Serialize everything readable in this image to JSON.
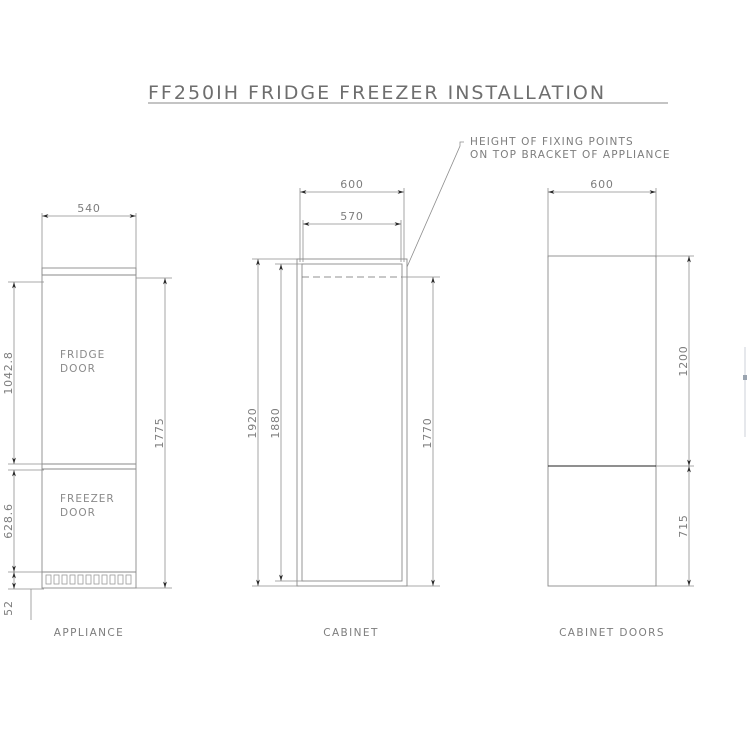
{
  "document": {
    "title": "FF250IH FRIDGE FREEZER INSTALLATION",
    "background_color": "#ffffff",
    "line_color": "#8a8a8a",
    "text_color": "#7d7d7d"
  },
  "annotation": {
    "line1": "HEIGHT OF FIXING POINTS",
    "line2": "ON TOP BRACKET OF APPLIANCE"
  },
  "views": [
    {
      "id": "appliance",
      "caption": "APPLIANCE",
      "labels": {
        "fridge_line1": "FRIDGE",
        "fridge_line2": "DOOR",
        "freezer_line1": "FREEZER",
        "freezer_line2": "DOOR"
      },
      "dimensions": {
        "width_top": "540",
        "fridge_door_height": "1042.8",
        "freezer_door_height": "628.6",
        "plinth_height": "52",
        "overall_height": "1775"
      }
    },
    {
      "id": "cabinet",
      "caption": "CABINET",
      "dimensions": {
        "outer_width": "600",
        "inner_width": "570",
        "outer_height": "1920",
        "inner_height": "1880",
        "fixing_height": "1770"
      }
    },
    {
      "id": "cabinet-doors",
      "caption": "CABINET DOORS",
      "dimensions": {
        "width": "600",
        "upper_door_height": "1200",
        "lower_door_height": "715"
      }
    }
  ]
}
